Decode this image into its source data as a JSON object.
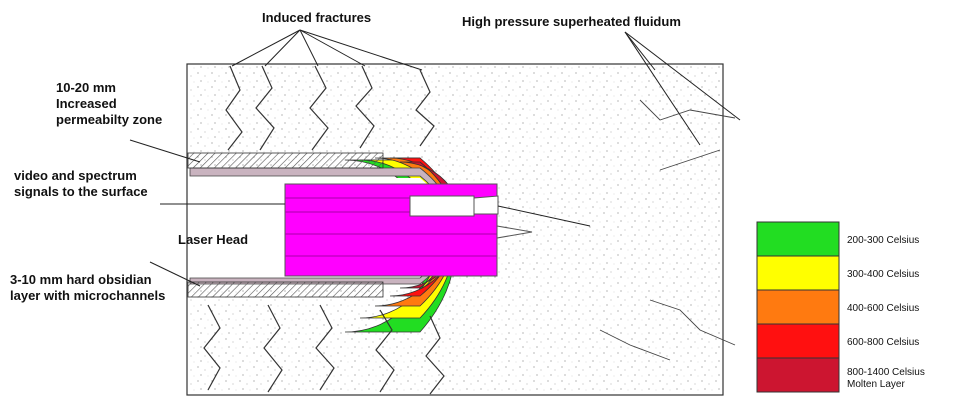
{
  "labels": {
    "induced_fractures": "Induced fractures",
    "superheated": "High pressure superheated fluidum",
    "perm_1": "10-20 mm",
    "perm_2": "Increased",
    "perm_3": "permeabilty zone",
    "video_1": "video and spectrum",
    "video_2": "signals to the surface",
    "laser_head": "Laser Head",
    "obsidian_1": "3-10 mm hard obsidian",
    "obsidian_2": "layer with microchannels"
  },
  "legend": [
    {
      "label": "200-300 Celsius",
      "color": "#22dd22"
    },
    {
      "label": "300-400 Celsius",
      "color": "#ffff00"
    },
    {
      "label": "400-600 Celsius",
      "color": "#ff7a10"
    },
    {
      "label": "600-800 Celsius",
      "color": "#ff1010"
    },
    {
      "label": "800-1400 Celsius",
      "label2": "Molten Layer",
      "color": "#cc1530"
    }
  ],
  "colors": {
    "laser_head": "#ff00ff",
    "rock_outline": "#333333",
    "obsidian": "#c9b3bf"
  }
}
